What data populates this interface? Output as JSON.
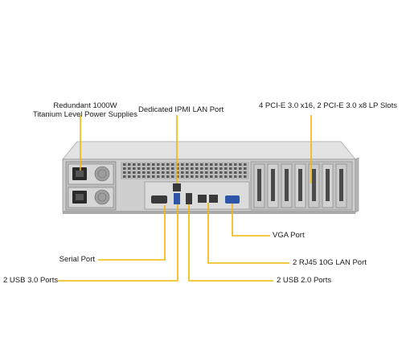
{
  "callouts": {
    "power_supplies": "Redundant 1000W\nTitanium Level Power Supplies",
    "ipmi": "Dedicated IPMI LAN Port",
    "pcie": "4 PCI-E 3.0 x16, 2 PCI-E 3.0 x8 LP Slots",
    "vga": "VGA Port",
    "serial": "Serial Port",
    "lan10g": "2 RJ45 10G LAN Port",
    "usb3": "2 USB 3.0 Ports",
    "usb2": "2 USB 2.0 Ports"
  },
  "colors": {
    "leader": "#f2b705",
    "chassis_top": "#d9d9d9",
    "chassis_panel": "#c8c8c8",
    "chassis_dark": "#8a8a8a"
  }
}
